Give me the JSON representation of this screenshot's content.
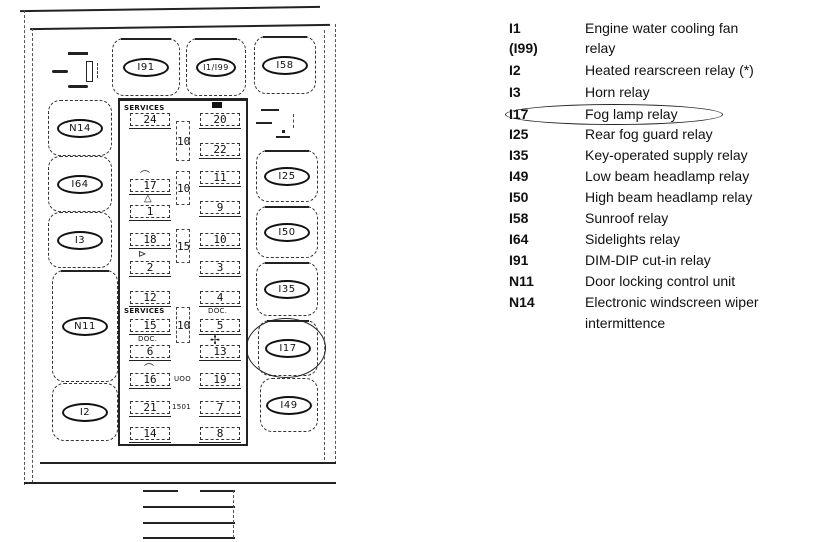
{
  "diagram": {
    "title": "Fuse and relay box layout",
    "relays": {
      "top_row": [
        "I91",
        "I1/I99",
        "I58"
      ],
      "left_column": [
        "N14",
        "I64",
        "I3",
        "N11",
        "I2"
      ],
      "right_column": [
        "I25",
        "I50",
        "I35",
        "I17",
        "I49"
      ]
    },
    "highlighted_relay": "I17",
    "fuse_panel": {
      "section_labels": [
        "SERVICES",
        "SERVICES"
      ],
      "center_values": [
        "10",
        "10",
        "15",
        "10"
      ],
      "small_labels": [
        "DOC.",
        "DOC.",
        "UOO",
        "1501"
      ],
      "left_fuses": [
        "24",
        "17",
        "1",
        "18",
        "2",
        "12",
        "15",
        "6",
        "16",
        "21",
        "14"
      ],
      "right_fuses": [
        "20",
        "22",
        "11",
        "9",
        "10",
        "3",
        "4",
        "5",
        "13",
        "19",
        "7",
        "8"
      ]
    }
  },
  "legend": {
    "items": [
      {
        "code": "I1",
        "desc": "Engine water cooling fan"
      },
      {
        "code": "(I99)",
        "desc": "relay"
      },
      {
        "code": "I2",
        "desc": "Heated rearscreen relay (*)"
      },
      {
        "code": "I3",
        "desc": "Horn relay"
      },
      {
        "code": "I17",
        "desc": "Fog lamp relay"
      },
      {
        "code": "I25",
        "desc": "Rear fog guard relay"
      },
      {
        "code": "I35",
        "desc": "Key-operated supply relay"
      },
      {
        "code": "I49",
        "desc": "Low beam headlamp relay"
      },
      {
        "code": "I50",
        "desc": "High beam headlamp relay"
      },
      {
        "code": "I58",
        "desc": "Sunroof relay"
      },
      {
        "code": "I64",
        "desc": "Sidelights relay"
      },
      {
        "code": "I91",
        "desc": "DIM-DIP cut-in relay"
      },
      {
        "code": "N11",
        "desc": "Door locking control unit"
      },
      {
        "code": "N14",
        "desc": "Electronic windscreen wiper"
      },
      {
        "code": "",
        "desc": "intermittence"
      }
    ],
    "highlighted_item": "I17"
  }
}
